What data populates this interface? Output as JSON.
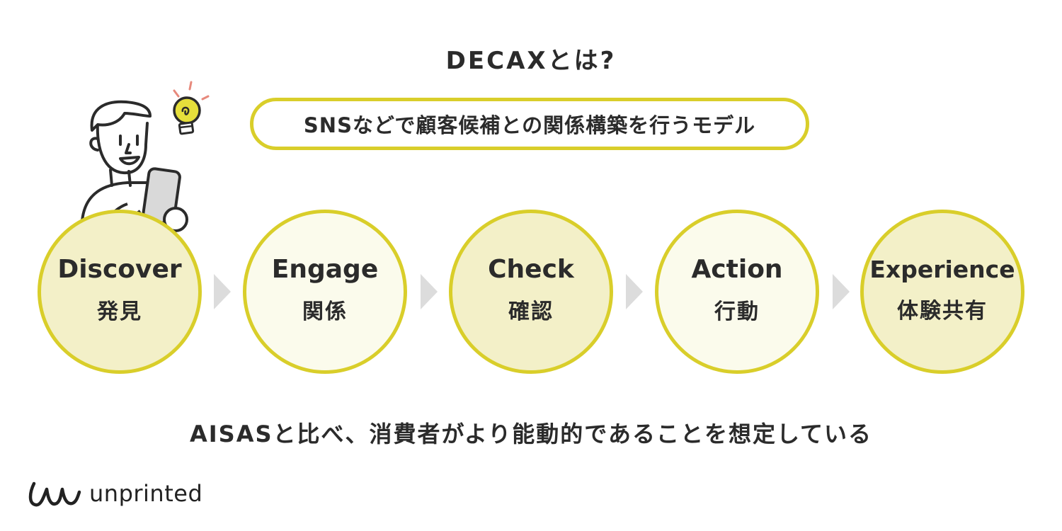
{
  "title": "DECAXとは?",
  "subtitle": "SNSなどで顧客候補との関係構築を行うモデル",
  "steps": [
    {
      "en": "Discover",
      "jp": "発見",
      "fill": "#f3f0c8"
    },
    {
      "en": "Engage",
      "jp": "関係",
      "fill": "#fbfbec"
    },
    {
      "en": "Check",
      "jp": "確認",
      "fill": "#f3f0c8"
    },
    {
      "en": "Action",
      "jp": "行動",
      "fill": "#fbfbec"
    },
    {
      "en": "Experience",
      "jp": "体験共有",
      "fill": "#f3f0c8"
    }
  ],
  "footer": "AISASと比べ、消費者がより能動的であることを想定している",
  "logo": {
    "text": "unprinted"
  },
  "colors": {
    "accent": "#d9ce2a",
    "arrow": "#dcdcdc",
    "bulb": "#e6df3b",
    "text": "#2b2b2b"
  },
  "illustration": {
    "icons": [
      "person-icon",
      "smartphone-icon",
      "lightbulb-icon"
    ]
  }
}
